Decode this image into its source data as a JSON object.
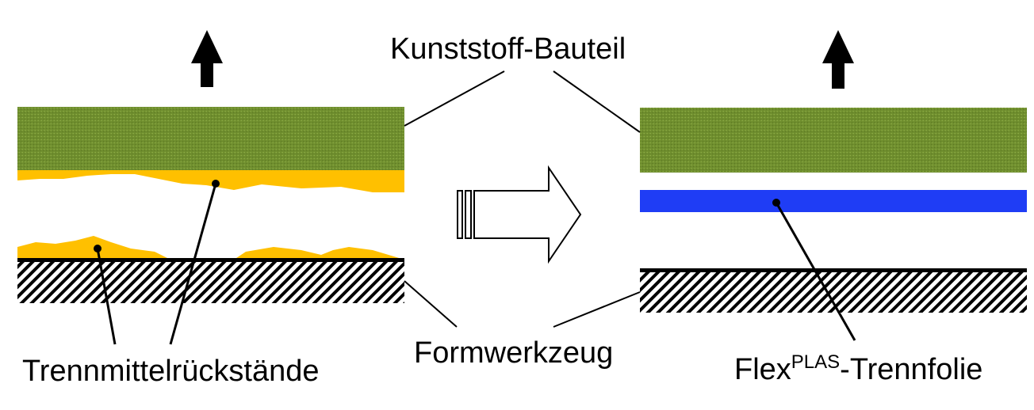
{
  "labels": {
    "top": "Kunststoff-Bauteil",
    "bottom_left": "Trennmittelrückstände",
    "bottom_center": "Formwerkzeug",
    "bottom_right_base": "Flex",
    "bottom_right_sup": "PLAS",
    "bottom_right_suffix": "-Trennfolie"
  },
  "colors": {
    "plastic_part": "#6b8a2a",
    "release_residue": "#ffc000",
    "release_film": "#1f3df5",
    "mold_hatch": "#000000"
  }
}
